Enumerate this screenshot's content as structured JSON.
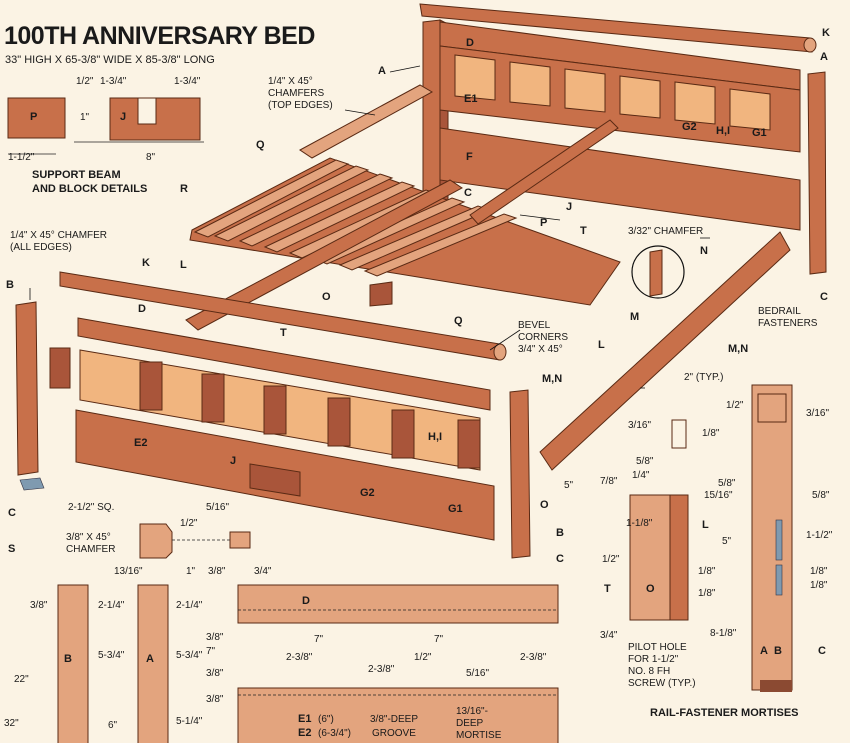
{
  "title": "100TH ANNIVERSARY BED",
  "subtitle": "33\" HIGH X 65-3/8\" WIDE X 85-3/8\" LONG",
  "support": {
    "heading_line1": "SUPPORT BEAM",
    "heading_line2": "AND BLOCK DETAILS",
    "dims": [
      "1/2\"",
      "1-3/4\"",
      "1-3/4\"",
      "1\"",
      "1-1/2\"",
      "8\""
    ],
    "parts": [
      "P",
      "J"
    ]
  },
  "chamfer_top": {
    "line1": "1/4\" X 45°",
    "line2": "CHAMFERS",
    "line3": "(TOP EDGES)"
  },
  "chamfer_all": {
    "line1": "1/4\" X 45° CHAMFER",
    "line2": "(ALL EDGES)"
  },
  "chamfer_332": "3/32\" CHAMFER",
  "bevel": {
    "line1": "BEVEL",
    "line2": "CORNERS",
    "line3": "3/4\" X 45°"
  },
  "bedrail": {
    "line1": "BEDRAIL",
    "line2": "FASTENERS"
  },
  "post_cap": {
    "line1": "2-1/2\" SQ.",
    "line2": "3/8\" X 45°",
    "line3": "CHAMFER"
  },
  "pilot": {
    "line1": "PILOT HOLE",
    "line2": "FOR 1-1/2\"",
    "line3": "NO. 8 FH",
    "line4": "SCREW (TYP.)"
  },
  "mortise_title": "RAIL-FASTENER MORTISES",
  "groove": {
    "e1": "E1",
    "e1_val": "(6\")",
    "e2": "E2",
    "e2_val": "(6-3/4\")",
    "deep1": "3/8\"-DEEP",
    "deep2": "GROOVE",
    "m1": "13/16\"-",
    "m2": "DEEP",
    "m3": "MORTISE"
  },
  "typ2": "2\" (TYP.)",
  "parts": [
    "A",
    "B",
    "C",
    "D",
    "E1",
    "E2",
    "F",
    "G1",
    "G2",
    "H,I",
    "J",
    "K",
    "L",
    "M",
    "N",
    "M,N",
    "O",
    "P",
    "Q",
    "R",
    "S",
    "T"
  ],
  "dims": [
    "3/16\"",
    "1/8\"",
    "5/8\"",
    "1/4\"",
    "7/8\"",
    "1-1/8\"",
    "1/2\"",
    "1/8\"",
    "1/8\"",
    "3/4\"",
    "1/2\"",
    "3/16\"",
    "5/8\"",
    "15/16\"",
    "5/8\"",
    "1-1/2\"",
    "5\"",
    "1/8\"",
    "1/8\"",
    "8-1/8\"",
    "5/16\"",
    "1/2\"",
    "13/16\"",
    "1\"",
    "3/8\"",
    "3/4\"",
    "3/8\"",
    "2-1/4\"",
    "2-1/4\"",
    "5-3/4\"",
    "5-3/4\"",
    "3/8\"",
    "7\"",
    "7\"",
    "2-3/8\"",
    "2-3/8\"",
    "2-3/8\"",
    "1/2\"",
    "3/8\"",
    "5/16\"",
    "3/8\"",
    "5-1/4\"",
    "22\"",
    "32\"",
    "6\"",
    "5\""
  ],
  "colors": {
    "wood": "#c8704a",
    "panel": "#f1b57f",
    "background": "#fbf3e4"
  }
}
